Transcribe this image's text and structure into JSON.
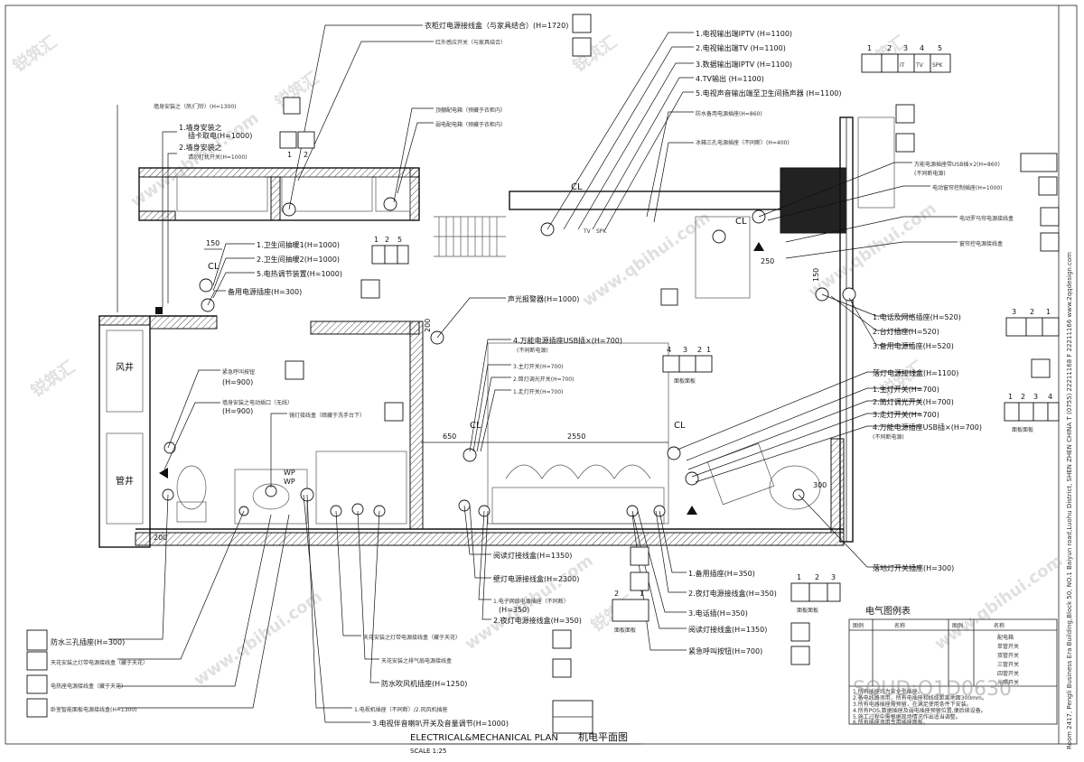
{
  "drawing": {
    "title_en": "ELECTRICAL&MECHANICAL  PLAN",
    "title_cn": "机电平面图",
    "scale": "SCALE   1:25",
    "legend_title": "电气图例表",
    "legend_headers": [
      "图例",
      "名称",
      "图例",
      "名称"
    ],
    "legend_rows_right": [
      "配电箱",
      "单管开关",
      "双管开关",
      "三管开关",
      "四管开关",
      "光照开关"
    ],
    "notes": [
      "1.所有插座均为安全型插座。",
      "2.备电线路须用，所有电插座和线缆距离地面300mm。",
      "3.所有电器插座需预留，在满足使用条件下安装。",
      "4.所有POS,数据插座及弱电插座预留位置,便后续设备。",
      "5.施工过程中需根据现场情况作出适当调整。",
      "6.所有插座须用专用插座面板。"
    ],
    "side_text": "Room 2417, Pengli Business Era Building,Block 50, NO.1 Baiyun road,Luohu District, SHEN ZHEN CHINA   T (0755) 22211168   F 22211166   www.2qqdesign.com",
    "watermark": "SOUD:Q1D0630",
    "site_watermark": "www.qbihui.com",
    "brand_watermark": "锐筑汇"
  },
  "rooms": {
    "wind_shaft": "风井",
    "pipe_shaft": "管井"
  },
  "dimensions": {
    "d150": "150",
    "d200_top": "200",
    "d650": "650",
    "d2550": "2550",
    "d300": "300",
    "d250": "250",
    "d200_bottom": "200",
    "d150b": "150"
  },
  "callouts_top": {
    "c1": "衣柜灯电源接线盒（与家具结合）(H=1720)",
    "c2": "红外感应开关（与家具结合）",
    "c3": "墙身安装之（房/门铃）(H=1300)",
    "c4": "1.墙身安装之",
    "c4b": "插卡取电(H=1000)",
    "c5": "2.墙身安装之",
    "c5b": "请勿打扰开关(H=1000)",
    "c6": "顶棚配电箱（预藏于衣柜内）",
    "c7": "弱电配电箱（预藏于衣柜内）"
  },
  "callouts_tv": [
    "1.电视输出端IPTV (H=1100)",
    "2.电视输出端TV (H=1100)",
    "3.数据输出端IPTV (H=1100)",
    "4.TV输出 (H=1100)",
    "5.电视声音输出端至卫生间扬声器 (H=1100)"
  ],
  "callouts_mid": {
    "m1": "防水备用电源插座(H=860)",
    "m2": "冰箱三孔电源插座（不同断）(H=400)",
    "m3": "万能电源插座带USB插×2(H=860)",
    "m3b": "(不同断电源)",
    "m4": "电动窗帘控制插座(H=1000)",
    "m5": "电动罗马帘电源接线盒",
    "m6": "窗帘控电源接线盒",
    "m7": "1.卫生间抽暖1(H=1000)",
    "m8": "2.卫生间抽暖2(H=1000)",
    "m9": "5.电热调节装置(H=1000)",
    "m10": "备用电源插座(H=300)",
    "m11": "声光报警器(H=1000)",
    "m12": "4.万能电源插座USB插×(H=700)",
    "m12b": "(不同断电源)",
    "m13": "3.主灯开关(H=700)",
    "m14": "2.筒灯调光开关(H=700)",
    "m15": "1.走灯开关(H=700)",
    "m16": "紧急呼叫按钮",
    "m16b": "(H=900)",
    "m17": "墙身安装之电动插口（无线）",
    "m17b": "(H=900)",
    "m18": "镜灯接线盒（暗藏于洗手台下）"
  },
  "callouts_right": {
    "r1": "1.电话及网络插座(H=520)",
    "r2": "2.台灯插座(H=520)",
    "r3": "3.备用电源插座(H=520)",
    "r4": "落灯电源接线盒(H=1100)",
    "r5": "1.主灯开关(H=700)",
    "r6": "2.筒灯调光开关(H=700)",
    "r7": "3.走灯开关(H=700)",
    "r8": "4.万能电源插座USB插×(H=700)",
    "r8b": "(不同断电源)",
    "r9": "落地灯开关插座(H=300)"
  },
  "callouts_bottom": {
    "b1": "阅读灯接线盒(H=1350)",
    "b2": "壁灯电源接线盒(H=2300)",
    "b3": "1.电子网络电源插座（不同断）",
    "b3b": "(H=350)",
    "b4": "2.夜灯电源接线盒(H=350)",
    "b5": "1.备用插座(H=350)",
    "b6": "2.夜灯电源接线盒(H=350)",
    "b7": "3.电话插(H=350)",
    "b8": "阅读灯接线盒(H=1350)",
    "b9": "紧急呼叫按钮(H=700)",
    "b10": "天花安装之灯带电源接线盒（藏于天花）",
    "b11": "天花安装之排气扇电源接线盒",
    "b12": "防水吹风机插座(H=1250)",
    "b13": "1.电视机插座（不同断）/2.风风机插座",
    "b14": "3.电视伴音喇叭开关及音量调节(H=1000)",
    "b15": "防水三孔插座(H=300)",
    "b16": "天花安装之灯带电源接线盒（藏于天花）",
    "b17": "电热座电源接线盒（藏于天花）",
    "b18": "卧室智能面板电源接线盒(H=1300)"
  },
  "panel_labels": {
    "tv_nums": [
      "1",
      "2",
      "3",
      "4",
      "5"
    ],
    "tv_codes": [
      "IT",
      "TV",
      "SPK"
    ],
    "sw_nums_a": [
      "1",
      "2",
      "5"
    ],
    "sw_nums_b": [
      "4",
      "3",
      "2",
      "1"
    ],
    "sw_nums_c": [
      "3",
      "2",
      "1"
    ],
    "sw_nums_d": [
      "1",
      "2",
      "3",
      "4"
    ],
    "sw_nums_e": [
      "1",
      "2",
      "3"
    ],
    "sw_nums_f": [
      "2",
      "1"
    ],
    "sw_nums_g": [
      "1",
      "2"
    ],
    "panel_note": "面板面板",
    "tv_text": [
      "TV",
      "SPK"
    ],
    "cl": "CL",
    "wp": "WP"
  }
}
